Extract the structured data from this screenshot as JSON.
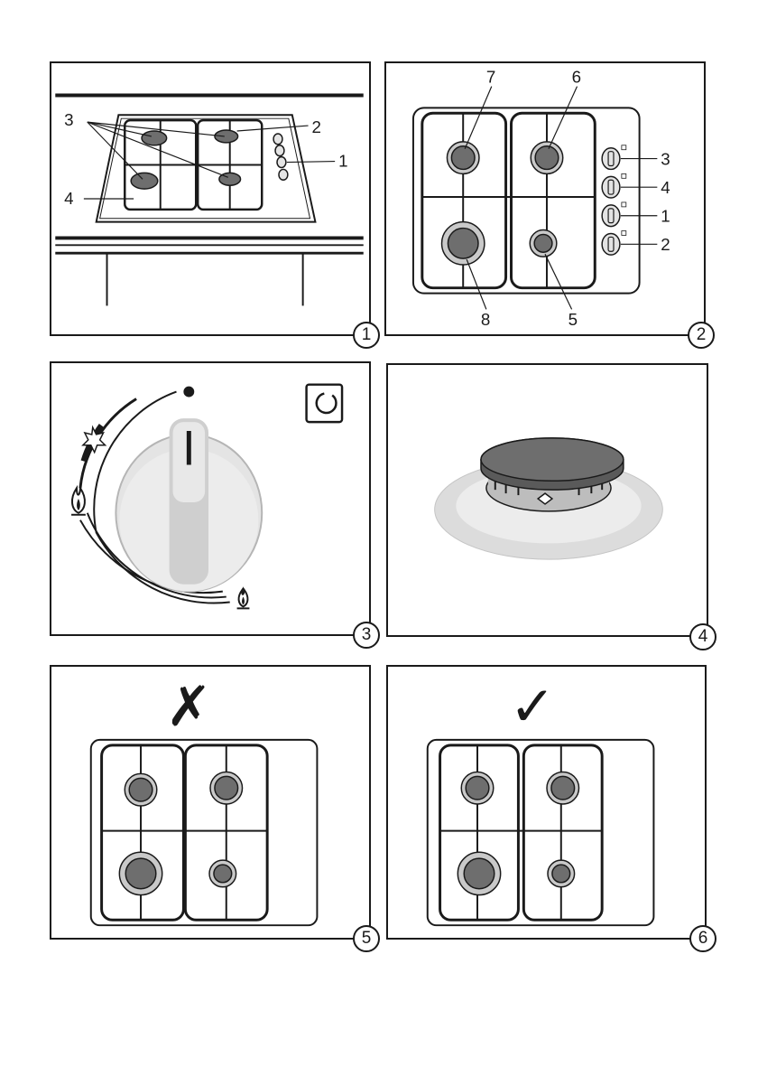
{
  "colors": {
    "line": "#1a1a1a",
    "burner_cap": "#6e6e6e",
    "burner_ring": "#c9c9c9",
    "knob_face": "#e4e4e4",
    "shade": "#cfcfcf"
  },
  "figures": [
    {
      "number": "1",
      "callouts": [
        "3",
        "2",
        "1",
        "4"
      ]
    },
    {
      "number": "2",
      "callouts": [
        "7",
        "6",
        "3",
        "4",
        "1",
        "2",
        "8",
        "5"
      ]
    },
    {
      "number": "3",
      "icons": [
        "dot-icon",
        "spark-icon",
        "large-flame-icon",
        "small-flame-icon",
        "timer-icon"
      ]
    },
    {
      "number": "4",
      "icons": [
        "burner-icon"
      ]
    },
    {
      "number": "5",
      "verdict": "✗",
      "verdict_icon": "cross-icon"
    },
    {
      "number": "6",
      "verdict": "✓",
      "verdict_icon": "check-icon"
    }
  ]
}
